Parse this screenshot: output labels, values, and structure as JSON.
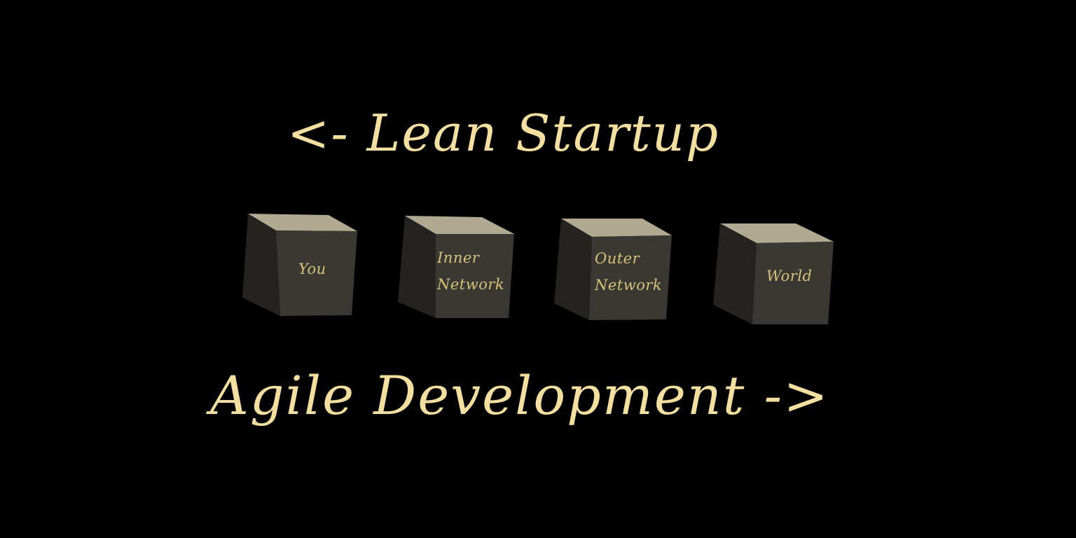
{
  "top_text": "<- Lean Startup",
  "bottom_text": "Agile Development ->",
  "cubes": [
    {
      "lines": [
        "You"
      ]
    },
    {
      "lines": [
        "Inner",
        "Network"
      ]
    },
    {
      "lines": [
        "Outer",
        "Network"
      ]
    },
    {
      "lines": [
        "World"
      ]
    }
  ],
  "colors": {
    "background": "#000000",
    "headline_text": "#f3dfa0",
    "cube_text": "#d7c27a",
    "cube_top": "#b2a992",
    "cube_front": "#3a3833",
    "cube_side": "#24231f"
  }
}
